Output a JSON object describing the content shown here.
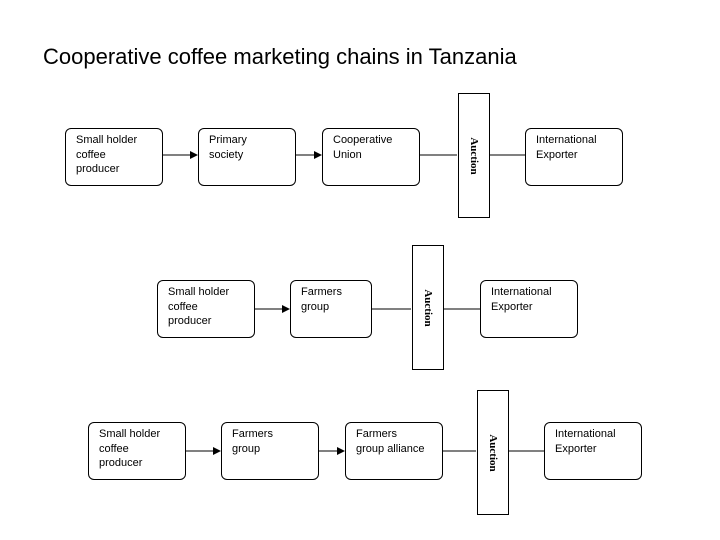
{
  "title": "Cooperative coffee marketing chains in Tanzania",
  "chains": [
    {
      "nodes": [
        "Small holder\ncoffee\nproducer",
        "Primary\nsociety",
        "Cooperative\nUnion"
      ],
      "auction": "Auction",
      "exporter": "International\nExporter"
    },
    {
      "nodes": [
        "Small holder\ncoffee\nproducer",
        "Farmers\ngroup"
      ],
      "auction": "Auction",
      "exporter": "International\nExporter"
    },
    {
      "nodes": [
        "Small holder\ncoffee\nproducer",
        "Farmers\ngroup",
        "Farmers\ngroup alliance"
      ],
      "auction": "Auction",
      "exporter": "International\nExporter"
    }
  ],
  "colors": {
    "line": "#000000",
    "box_fill": "#ffffff"
  }
}
